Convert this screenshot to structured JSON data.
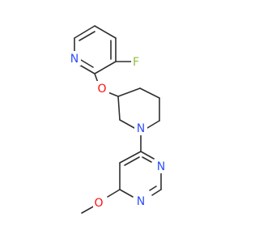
{
  "diagram": {
    "colors": {
      "bond": "#2f2f2f",
      "F": "#8fbf3f",
      "N": "#3050f8",
      "O": "#ff0d0d"
    },
    "atoms": {
      "f": "F",
      "n_pyr": "N",
      "o_ether": "O",
      "n_pip": "N",
      "n_pym1": "N",
      "n_pym2": "N",
      "o_methoxy": "O"
    }
  }
}
